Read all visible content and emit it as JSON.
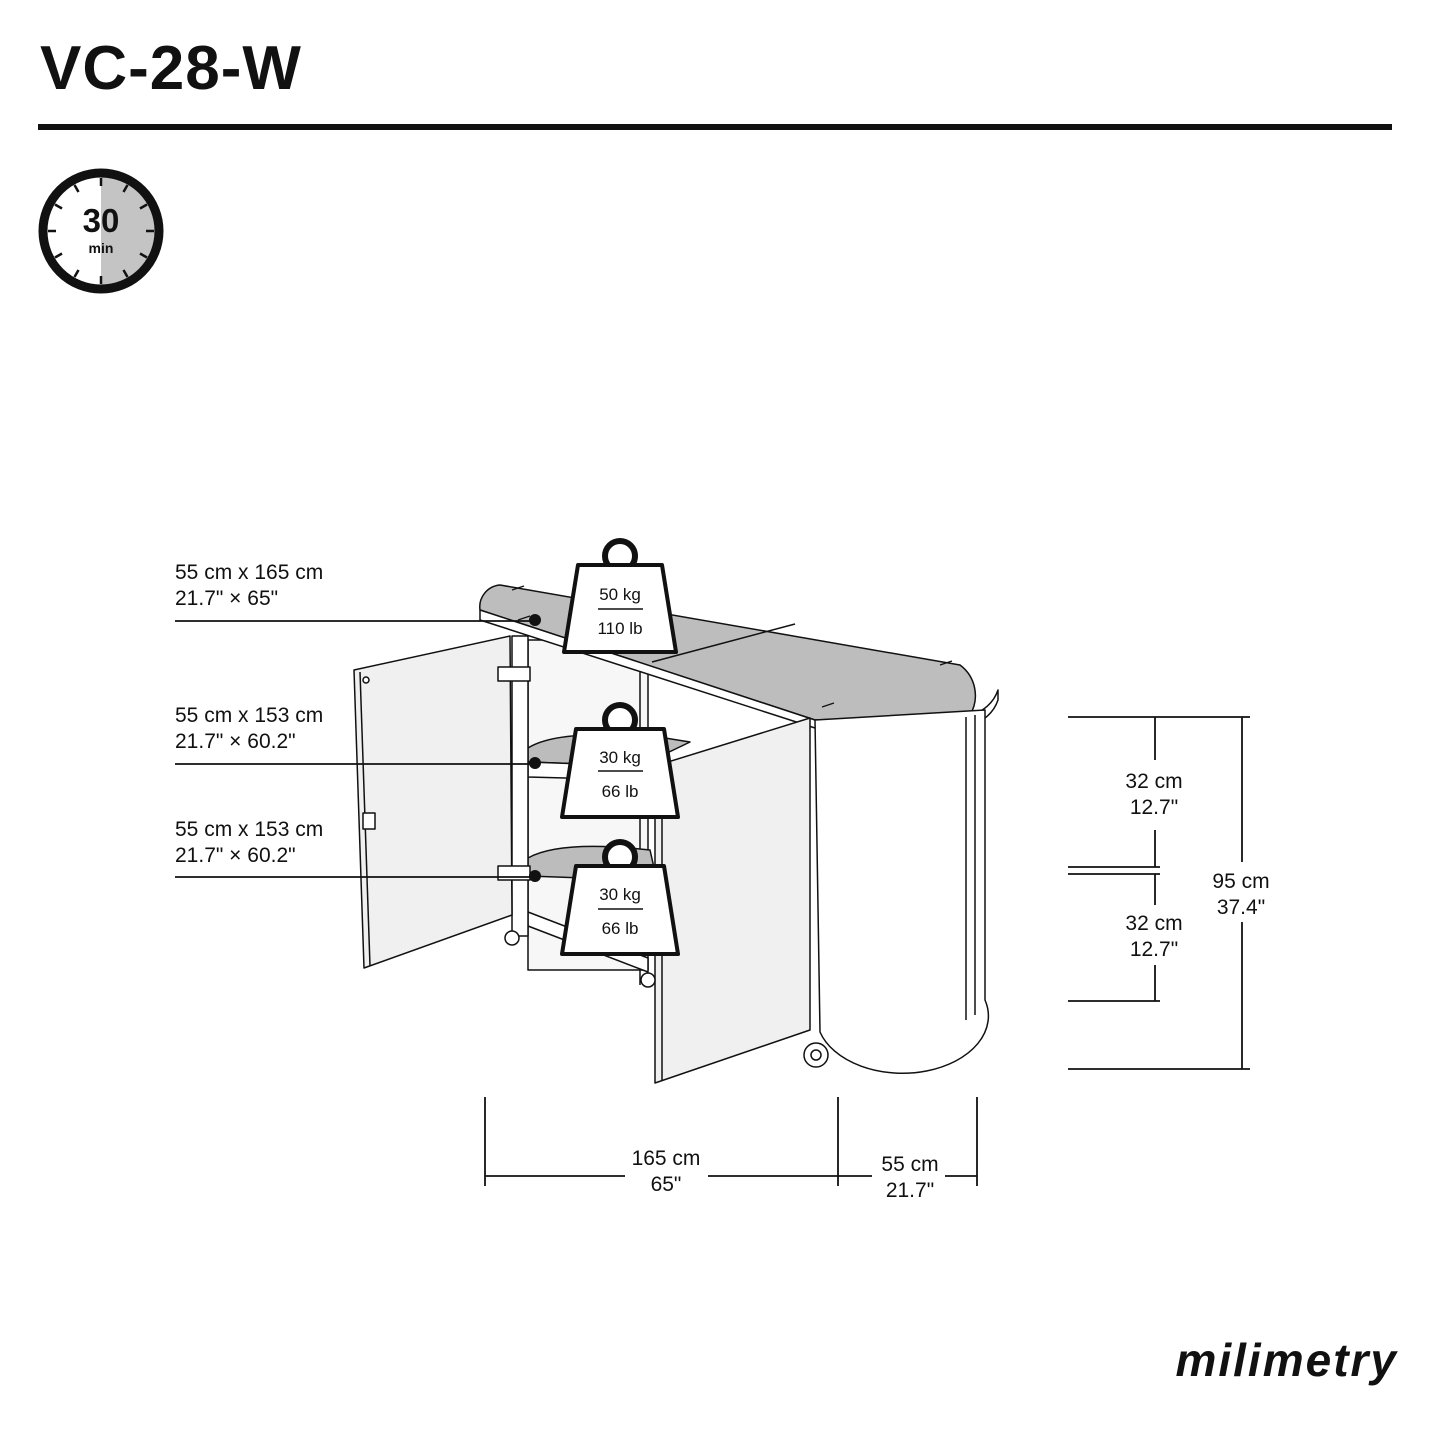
{
  "product": {
    "model": "VC-28-W"
  },
  "assembly_time": {
    "value": "30",
    "unit": "min"
  },
  "callouts": [
    {
      "size_cm": "55 cm x 165 cm",
      "size_in": "21.7\" × 65\""
    },
    {
      "size_cm": "55 cm x 153 cm",
      "size_in": "21.7\" × 60.2\""
    },
    {
      "size_cm": "55 cm x 153 cm",
      "size_in": "21.7\" × 60.2\""
    }
  ],
  "loads": [
    {
      "kg": "50 kg",
      "lb": "110 lb"
    },
    {
      "kg": "30 kg",
      "lb": "66 lb"
    },
    {
      "kg": "30 kg",
      "lb": "66 lb"
    }
  ],
  "dimensions": {
    "width": {
      "cm": "165 cm",
      "in": "65\""
    },
    "depth": {
      "cm": "55 cm",
      "in": "21.7\""
    },
    "upper_section": {
      "cm": "32 cm",
      "in": "12.7\""
    },
    "lower_section": {
      "cm": "32 cm",
      "in": "12.7\""
    },
    "height": {
      "cm": "95 cm",
      "in": "37.4\""
    }
  },
  "brand": {
    "name": "milimetry"
  }
}
